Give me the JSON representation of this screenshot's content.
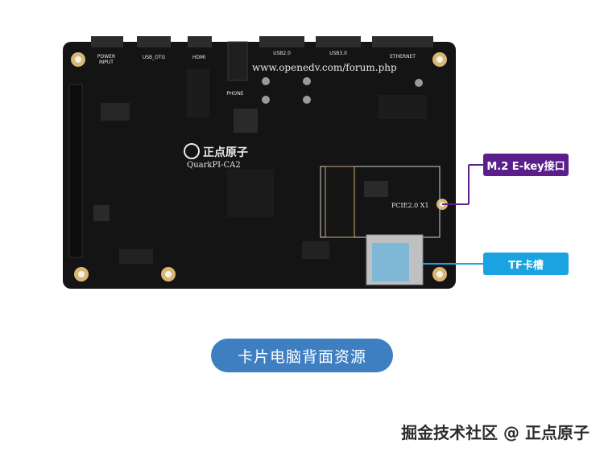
{
  "colors": {
    "board": "#141414",
    "m2_callout": "#5b1f8c",
    "tf_callout": "#1aa3e0",
    "caption_pill": "#3d7fc1",
    "pad_gold": "#d8b774"
  },
  "board": {
    "url_text": "www.openedv.com/forum.php",
    "brand_text": "正点原子",
    "model_text": "QuarkPI-CA2",
    "pcie_text": "PCIE2.0 X1",
    "ports": {
      "power": "POWER",
      "power_input": "INPUT",
      "usb_otg": "USB_OTG",
      "hdmi": "HDMI",
      "usb1": "USB2.0",
      "usb2": "USB3.0",
      "ethernet": "ETHERNET",
      "phone": "PHONE"
    }
  },
  "callouts": {
    "m2": "M.2 E-key接口",
    "tf": "TF卡槽"
  },
  "caption": "卡片电脑背面资源",
  "watermark": "掘金技术社区 @ 正点原子"
}
